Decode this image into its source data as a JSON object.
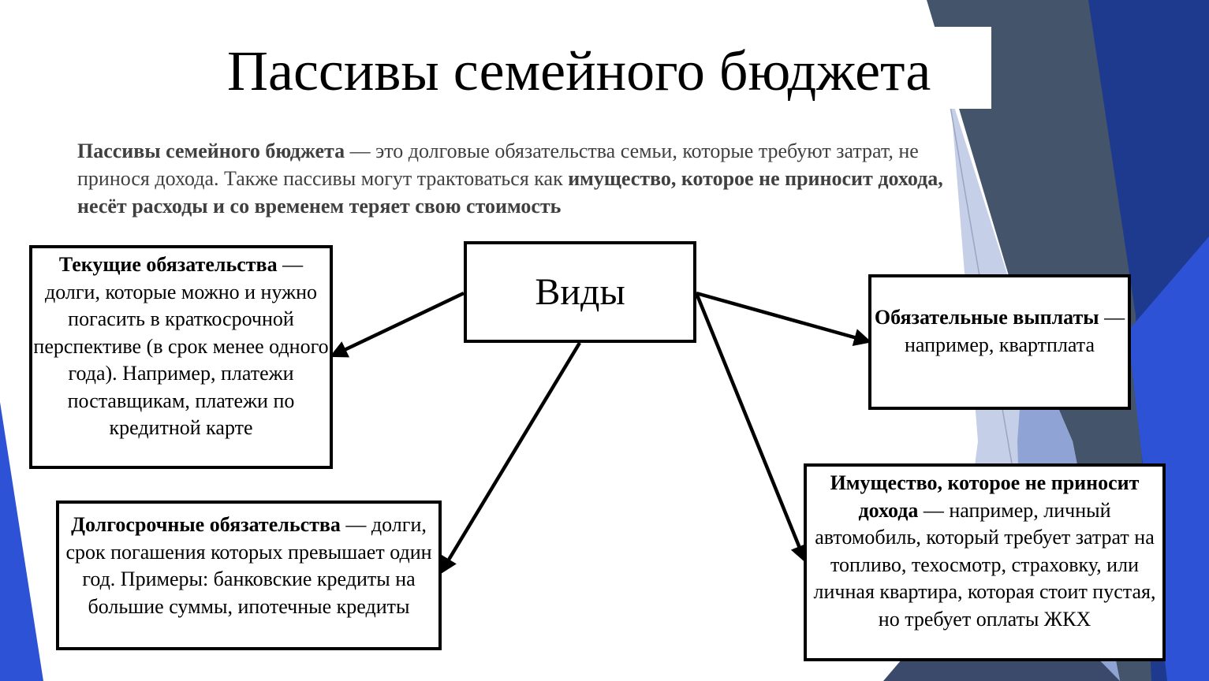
{
  "colors": {
    "accent_dark_blue": "#1e3a8f",
    "accent_bright_blue": "#2d52d6",
    "accent_slate": "#44546a",
    "accent_light_blue": "#c5cfe8",
    "text_gray": "#404040"
  },
  "slide": {
    "title": "Пассивы семейного бюджета",
    "intro": {
      "part1_bold": "Пассивы семейного бюджета",
      "part2": " — это долговые обязательства семьи, которые требуют затрат, не принося дохода. Также пассивы могут трактоваться как ",
      "part3_bold": "имущество, которое не приносит дохода, несёт расходы и со временем теряет свою стоимость"
    },
    "center": {
      "label": "Виды"
    },
    "current": {
      "bold": "Текущие обязательства",
      "text": " — долги, которые можно и нужно погасить в краткосрочной перспективе (в срок менее одного года). Например, платежи поставщикам, платежи по кредитной карте"
    },
    "longterm": {
      "bold": "Долгосрочные обязательства",
      "text": " — долги, срок погашения которых превышает один год. Примеры: банковские кредиты на большие суммы,  ипотечные кредиты"
    },
    "mandatory": {
      "bold": "Обязательные выплаты",
      "text": " — например, квартплата"
    },
    "property": {
      "bold": "Имущество, которое не приносит дохода",
      "text": " — например, личный автомобиль, который требует затрат  на топливо, техосмотр, страховку,  или личная квартира, которая стоит пустая,  но требует оплаты ЖКХ"
    }
  }
}
